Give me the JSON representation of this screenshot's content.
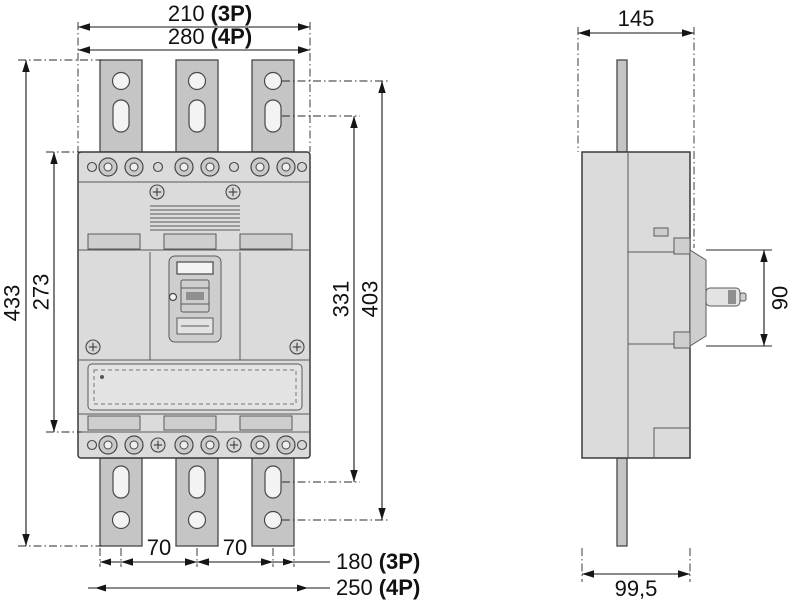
{
  "front": {
    "width_3p": {
      "v": "210",
      "p": "(3P)"
    },
    "width_4p": {
      "v": "280",
      "p": "(4P)"
    },
    "overall_height": {
      "v": "433"
    },
    "body_height": {
      "v": "273"
    },
    "hole_span_inner": {
      "v": "331"
    },
    "hole_span_outer": {
      "v": "403"
    },
    "pitch_1": {
      "v": "70"
    },
    "pitch_2": {
      "v": "70"
    },
    "bottom_width_3p": {
      "v": "180",
      "p": "(3P)"
    },
    "bottom_width_4p": {
      "v": "250",
      "p": "(4P)"
    }
  },
  "side": {
    "depth": {
      "v": "145"
    },
    "handle_height": {
      "v": "90"
    },
    "base_depth": {
      "v": "99,5"
    }
  },
  "colors": {
    "line": "#161616",
    "body_fill": "#dbdbdb",
    "terminal_fill": "#c5c5c5",
    "background": "#ffffff"
  }
}
